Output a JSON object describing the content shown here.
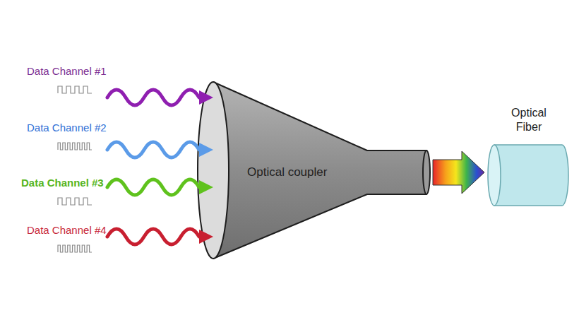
{
  "diagram": {
    "nodes": [
      {
        "text": [
          "Optical coupler"
        ]
      },
      {
        "text": [
          "Optical Fiber"
        ]
      }
    ],
    "edges": [
      {
        "from": 0,
        "to": 1,
        "arrow": "to"
      }
    ],
    "labels": [
      "Data Channel #1",
      "Data Channel #2",
      "Data Channel #3",
      "Data Channel #4"
    ]
  }
}
